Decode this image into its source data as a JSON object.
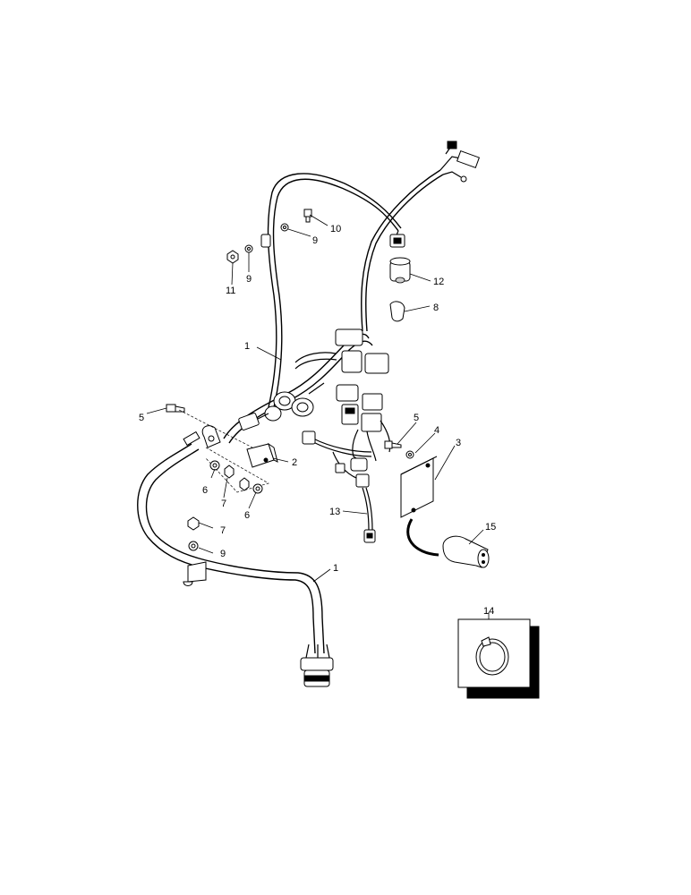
{
  "callouts": {
    "c1_upper": "1",
    "c1_lower": "1",
    "c2": "2",
    "c3": "3",
    "c4": "4",
    "c5_left": "5",
    "c5_right": "5",
    "c6_a": "6",
    "c6_b": "6",
    "c7_a": "7",
    "c7_b": "7",
    "c8": "8",
    "c9_a": "9",
    "c9_b": "9",
    "c9_c": "9",
    "c10": "10",
    "c11": "11",
    "c12": "12",
    "c13": "13",
    "c14": "14",
    "c15": "15"
  }
}
